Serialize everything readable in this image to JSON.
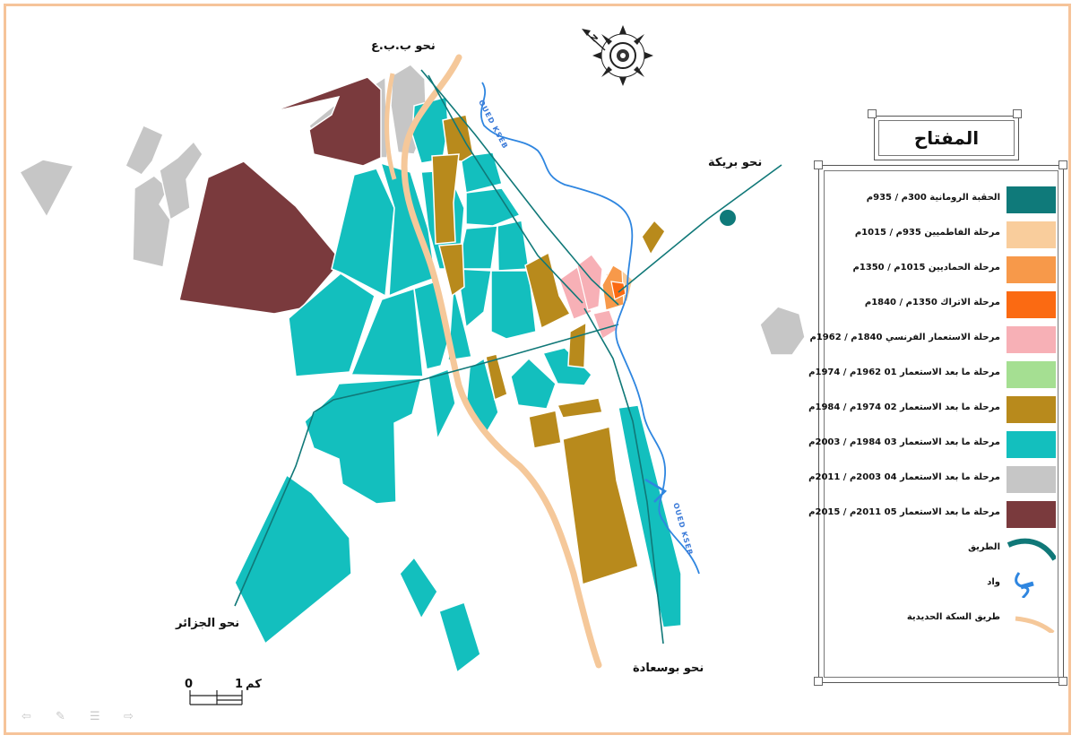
{
  "labels": {
    "north_road": "نحو ب.ب.ع",
    "barika": "نحو بريكة",
    "algiers": "نحو الجزائر",
    "bousaada": "نحو بوسعادة",
    "oued_upper": "OUED KSEB",
    "oued_lower": "OUED KSEB"
  },
  "compass": {
    "north_letter": "N"
  },
  "legend": {
    "title": "المفتاح",
    "periods": [
      {
        "label": "الحقبة الرومانية 300م / 935م",
        "color": "#0f7a7a"
      },
      {
        "label": "مرحلة الفاطميين 935م / 1015م",
        "color": "#f9cd9c"
      },
      {
        "label": "مرحلة الحماديين 1015م / 1350م",
        "color": "#f7994a"
      },
      {
        "label": "مرحلة الاتراك 1350م / 1840م",
        "color": "#fb6a12"
      },
      {
        "label": "مرحلة الاستعمار الفرنسي 1840م / 1962م",
        "color": "#f7b0b6"
      },
      {
        "label": "مرحلة ما بعد الاستعمار 01 1962م / 1974م",
        "color": "#a5df92"
      },
      {
        "label": "مرحلة ما بعد الاستعمار 02 1974م / 1984م",
        "color": "#b88a1c"
      },
      {
        "label": "مرحلة ما بعد الاستعمار 03 1984م / 2003م",
        "color": "#13bfbe"
      },
      {
        "label": "مرحلة ما بعد الاستعمار 04 2003م / 2011م",
        "color": "#c6c6c6"
      },
      {
        "label": "مرحلة ما بعد الاستعمار 05 2011م / 2015م",
        "color": "#7a3a3d"
      }
    ],
    "symbols": [
      {
        "label": "الطريق",
        "icon": "road-icon",
        "color": "#107878"
      },
      {
        "label": "واد",
        "icon": "river-icon",
        "color": "#2f86e0"
      },
      {
        "label": "طريق السكة الحديدية",
        "icon": "railway-icon",
        "color": "#f5c89a"
      }
    ]
  },
  "scale": {
    "zero": "0",
    "one": "1",
    "unit": "كم"
  },
  "colors": {
    "frame": "#f6c49a",
    "roman": "#0f7a7a",
    "post03": "#13bfbe",
    "post02": "#b88a1c",
    "post04": "#c6c6c6",
    "post05": "#7a3a3d",
    "french": "#f7b0b6",
    "river": "#2f86e0",
    "road": "#107878",
    "railway": "#f5c89a"
  }
}
